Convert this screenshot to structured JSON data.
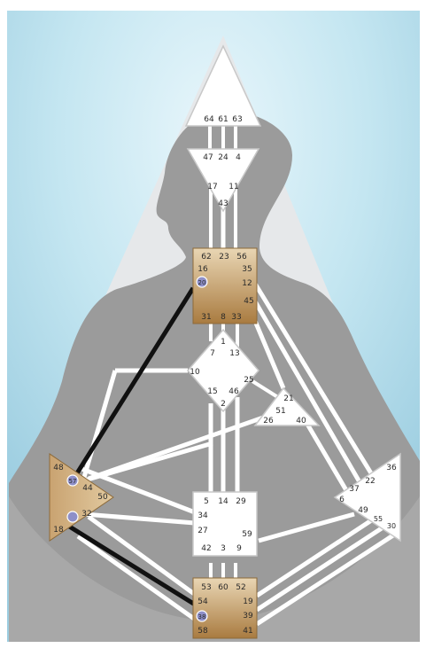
{
  "centers": {
    "head": {
      "gates": [
        "64",
        "61",
        "63"
      ]
    },
    "ajna": {
      "gates": [
        "47",
        "24",
        "4",
        "17",
        "11",
        "43"
      ]
    },
    "throat": {
      "gates": [
        "62",
        "23",
        "56",
        "16",
        "35",
        "20",
        "12",
        "31",
        "8",
        "33",
        "45"
      ]
    },
    "g_center": {
      "gates": [
        "1",
        "7",
        "13",
        "10",
        "25",
        "15",
        "46",
        "2"
      ]
    },
    "heart": {
      "gates": [
        "21",
        "51",
        "26",
        "40"
      ]
    },
    "spleen": {
      "gates": [
        "48",
        "57",
        "44",
        "50",
        "32",
        "18"
      ]
    },
    "solar_plexus": {
      "gates": [
        "36",
        "22",
        "37",
        "6",
        "49",
        "55",
        "30"
      ]
    },
    "sacral": {
      "gates": [
        "5",
        "14",
        "29",
        "34",
        "27",
        "59",
        "42",
        "3",
        "9"
      ]
    },
    "root": {
      "gates": [
        "53",
        "60",
        "52",
        "54",
        "19",
        "38",
        "39",
        "58",
        "41"
      ]
    }
  },
  "colors": {
    "background": "#ffffff",
    "halo": "#bfe3f0",
    "silhouette": "#9a9a9a",
    "defined_center": "#c09a62",
    "open_center": "#ffffff",
    "defined_channel": "#111111"
  }
}
